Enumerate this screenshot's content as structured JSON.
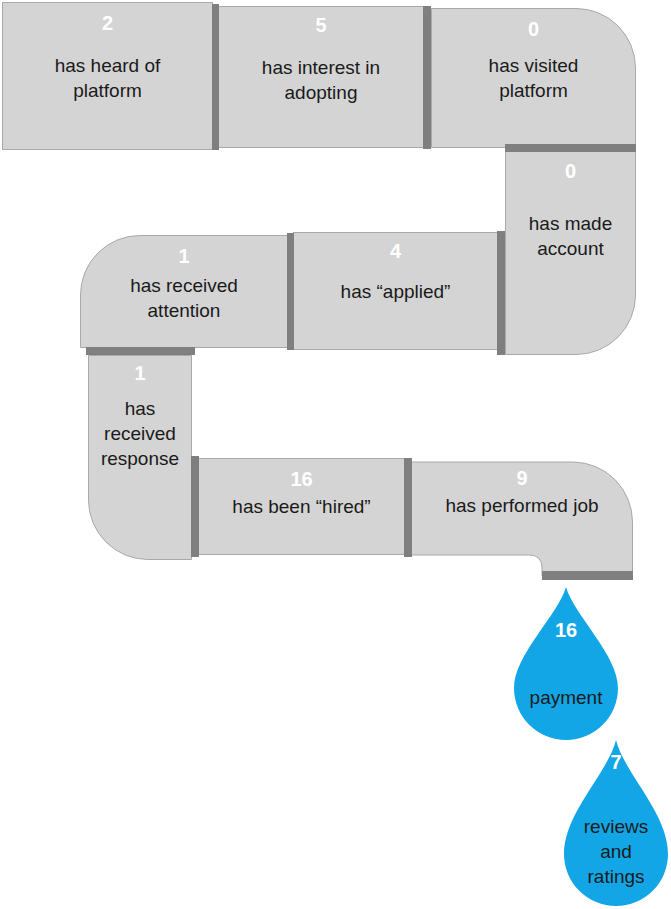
{
  "diagram": {
    "nodes": [
      {
        "text": [
          "2",
          "has heard of platform"
        ]
      },
      {
        "text": [
          "5",
          "has interest in adopting"
        ]
      },
      {
        "text": [
          "0",
          "has visited platform"
        ]
      },
      {
        "text": [
          "0",
          "has made account"
        ]
      },
      {
        "text": [
          "4",
          "has “applied”"
        ]
      },
      {
        "text": [
          "1",
          "has received attention"
        ]
      },
      {
        "text": [
          "1",
          "has received response"
        ]
      },
      {
        "text": [
          "16",
          "has been “hired”"
        ]
      },
      {
        "text": [
          "9",
          "has performed job"
        ]
      },
      {
        "text": [
          "16",
          "payment"
        ]
      },
      {
        "text": [
          "7",
          "reviews and ratings"
        ]
      }
    ]
  }
}
